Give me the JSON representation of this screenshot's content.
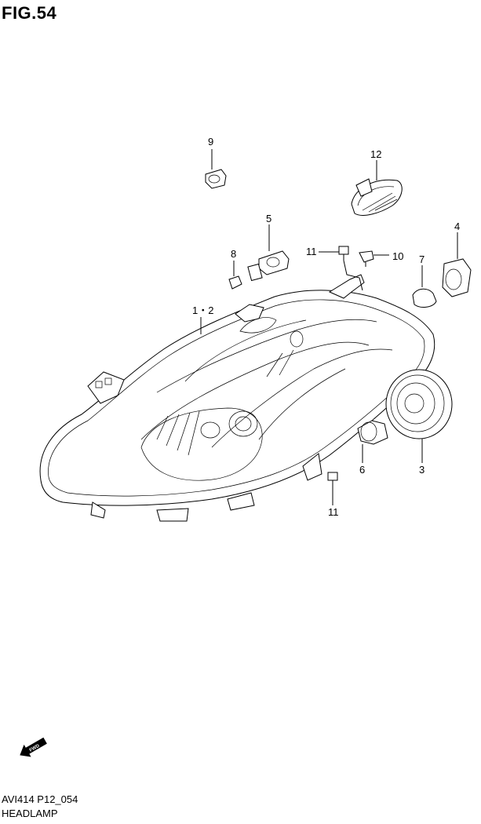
{
  "header": {
    "figure_label": "FIG.54"
  },
  "footer": {
    "code": "AVI414 P12_054",
    "name": "HEADLAMP"
  },
  "direction_arrow": {
    "label": "FWD",
    "icon": "fwd-arrow-icon"
  },
  "callouts": [
    {
      "id": "9",
      "label": "9"
    },
    {
      "id": "12",
      "label": "12"
    },
    {
      "id": "5",
      "label": "5"
    },
    {
      "id": "4",
      "label": "4"
    },
    {
      "id": "8",
      "label": "8"
    },
    {
      "id": "11a",
      "label": "11"
    },
    {
      "id": "10",
      "label": "10"
    },
    {
      "id": "7",
      "label": "7"
    },
    {
      "id": "1-2",
      "label": "1・2"
    },
    {
      "id": "3",
      "label": "3"
    },
    {
      "id": "6",
      "label": "6"
    },
    {
      "id": "11b",
      "label": "11"
    }
  ]
}
